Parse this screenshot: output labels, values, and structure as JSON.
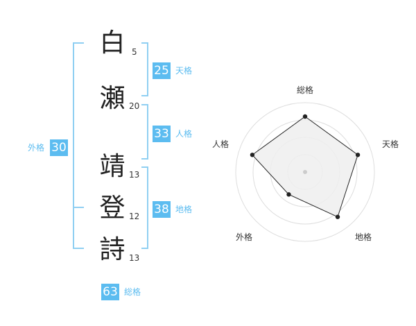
{
  "name": {
    "characters": [
      {
        "char": "白",
        "strokes": "5"
      },
      {
        "char": "瀬",
        "strokes": "20"
      },
      {
        "char": "靖",
        "strokes": "13"
      },
      {
        "char": "登",
        "strokes": "12"
      },
      {
        "char": "詩",
        "strokes": "13"
      }
    ]
  },
  "fortune": {
    "tenkaku": {
      "value": "25",
      "label": "天格"
    },
    "jinkaku": {
      "value": "33",
      "label": "人格"
    },
    "chikaku": {
      "value": "38",
      "label": "地格"
    },
    "gaikaku": {
      "value": "30",
      "label": "外格"
    },
    "soukaku": {
      "value": "63",
      "label": "総格"
    }
  },
  "radar": {
    "axes": [
      "総格",
      "天格",
      "地格",
      "外格",
      "人格"
    ],
    "values": [
      0.8,
      0.8,
      0.8,
      0.4,
      0.8
    ],
    "fill_color": "#eeeeee",
    "ring_color": "#dddddd",
    "line_color": "#222222"
  },
  "colors": {
    "accent": "#5cbcf0",
    "bracket": "#8fcff2"
  }
}
